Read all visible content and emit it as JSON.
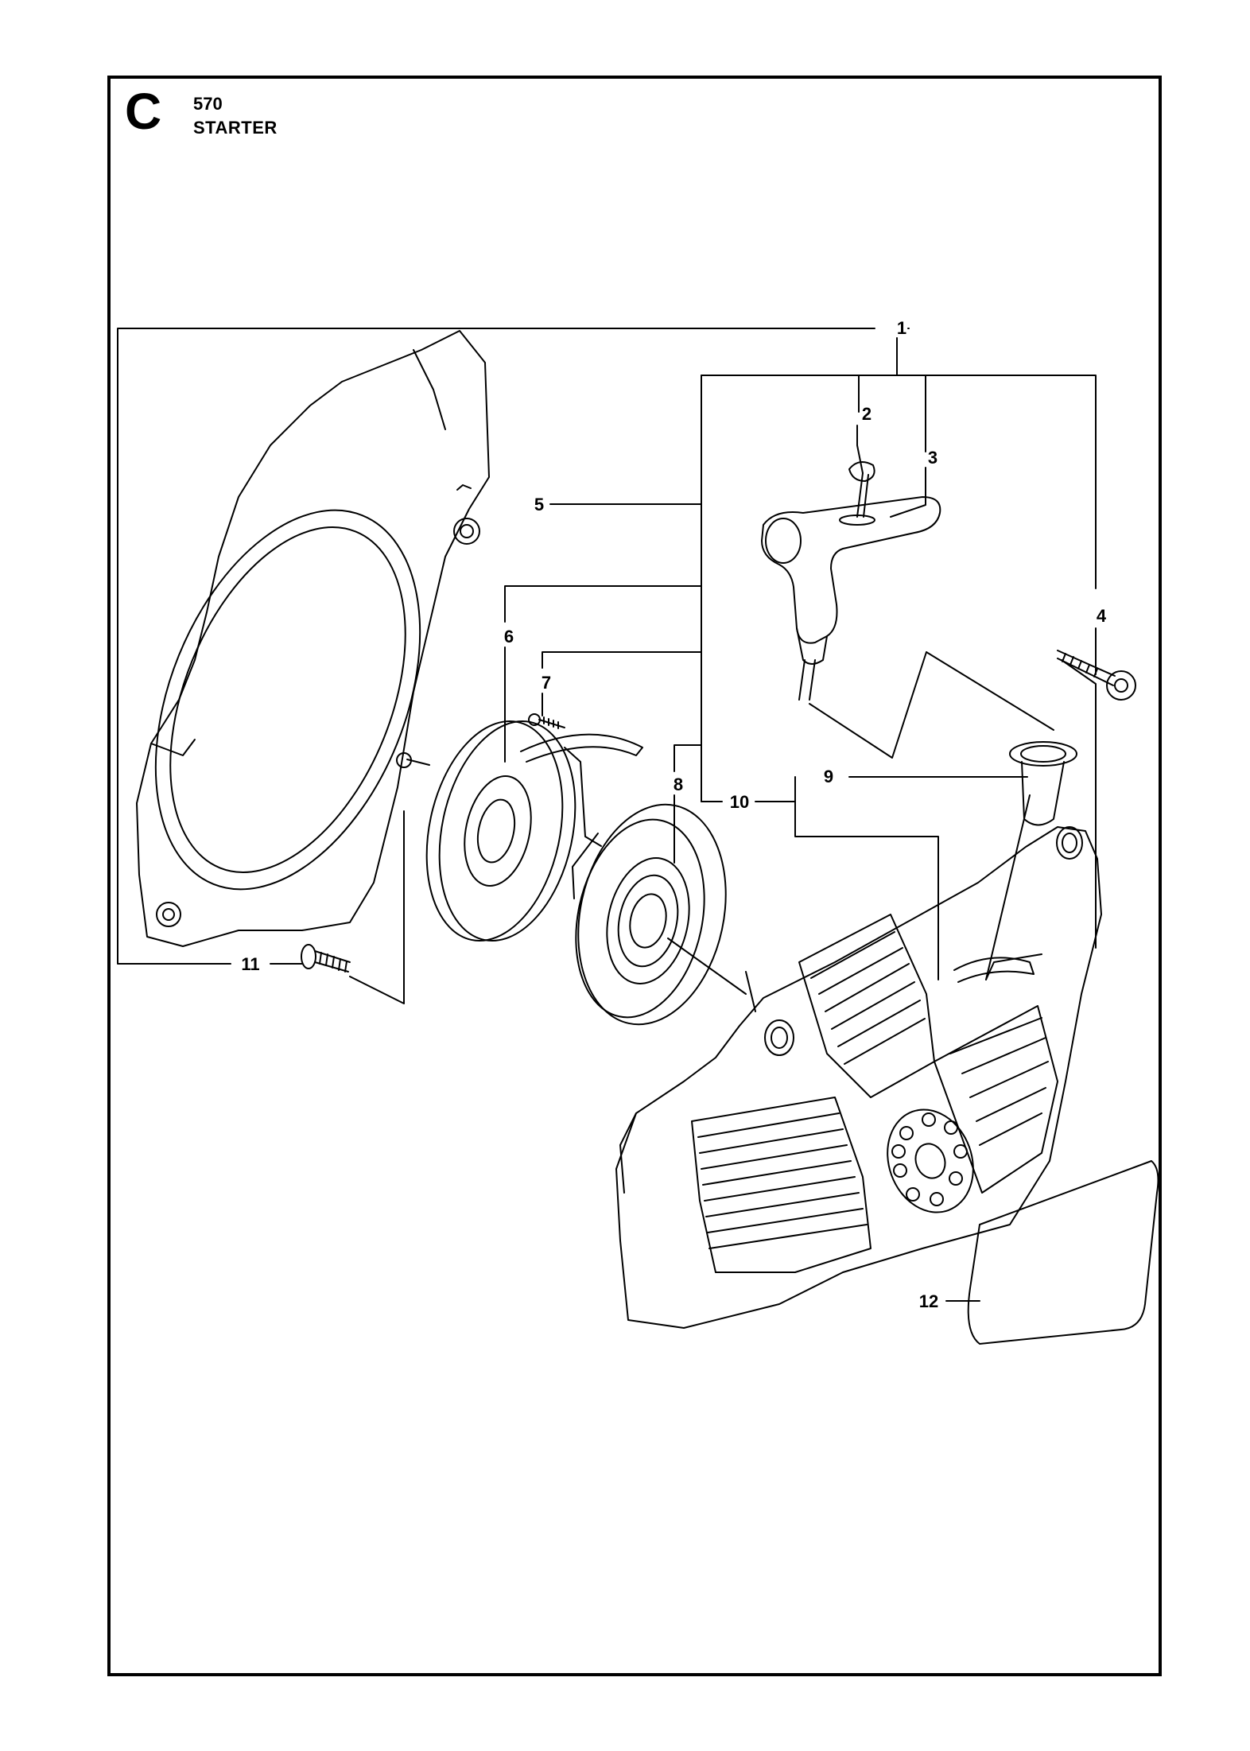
{
  "section": {
    "letter": "C",
    "model": "570",
    "title": "STARTER"
  },
  "callouts": [
    {
      "id": "1",
      "label": "1"
    },
    {
      "id": "2",
      "label": "2"
    },
    {
      "id": "3",
      "label": "3"
    },
    {
      "id": "4",
      "label": "4"
    },
    {
      "id": "5",
      "label": "5"
    },
    {
      "id": "6",
      "label": "6"
    },
    {
      "id": "7",
      "label": "7"
    },
    {
      "id": "8",
      "label": "8"
    },
    {
      "id": "9",
      "label": "9"
    },
    {
      "id": "10",
      "label": "10"
    },
    {
      "id": "11",
      "label": "11"
    },
    {
      "id": "12",
      "label": "12"
    }
  ],
  "parts": [
    {
      "name": "starter-housing-assembly",
      "callout": "1"
    },
    {
      "name": "rope-lock",
      "callout": "2"
    },
    {
      "name": "starter-handle",
      "callout": "3"
    },
    {
      "name": "screw",
      "callout": "4"
    },
    {
      "name": "fan-cover",
      "callout": "5"
    },
    {
      "name": "rope-pulley",
      "callout": "6"
    },
    {
      "name": "pulley-screw",
      "callout": "7"
    },
    {
      "name": "recoil-spring-cassette",
      "callout": "8"
    },
    {
      "name": "rope-guide-bushing",
      "callout": "9"
    },
    {
      "name": "starter-housing",
      "callout": "10"
    },
    {
      "name": "housing-screw",
      "callout": "11"
    },
    {
      "name": "decal",
      "callout": "12"
    }
  ],
  "colors": {
    "line": "#000000",
    "background": "#ffffff"
  }
}
